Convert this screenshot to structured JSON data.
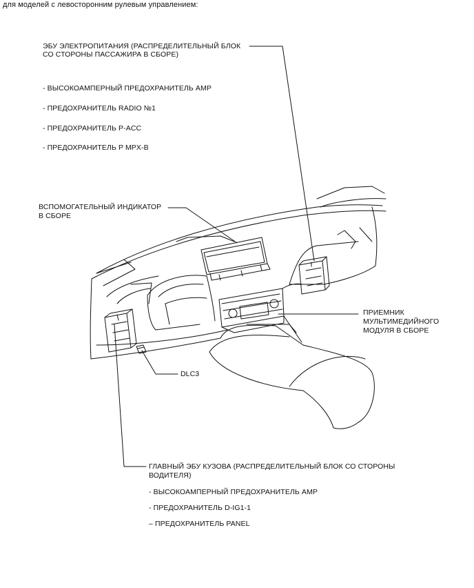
{
  "heading": "для моделей с левосторонним рулевым управлением:",
  "labels": {
    "power_ecu_line1": "ЭБУ ЭЛЕКТРОПИТАНИЯ (РАСПРЕДЕЛИТЕЛЬНЫЙ БЛОК",
    "power_ecu_line2": "СО СТОРОНЫ ПАССАЖИРА В СБОРЕ)",
    "aux_indicator_line1": "ВСПОМОГАТЕЛЬНЫЙ ИНДИКАТОР",
    "aux_indicator_line2": "В СБОРЕ",
    "multimedia_line1": "ПРИЕМНИК",
    "multimedia_line2": "МУЛЬТИМЕДИЙНОГО",
    "multimedia_line3": "МОДУЛЯ В СБОРЕ",
    "dlc3": "DLC3",
    "main_body_ecu_line1": "ГЛАВНЫЙ ЭБУ КУЗОВА (РАСПРЕДЕЛИТЕЛЬНЫЙ БЛОК СО СТОРОНЫ",
    "main_body_ecu_line2": "ВОДИТЕЛЯ)"
  },
  "power_ecu_fuses": [
    "- ВЫСОКОАМПЕРНЫЙ ПРЕДОХРАНИТЕЛЬ AMP",
    "- ПРЕДОХРАНИТЕЛЬ RADIO №1",
    "- ПРЕДОХРАНИТЕЛЬ P-ACC",
    "- ПРЕДОХРАНИТЕЛЬ P MPX-B"
  ],
  "main_body_ecu_fuses": [
    "- ВЫСОКОАМПЕРНЫЙ ПРЕДОХРАНИТЕЛЬ AMP",
    "- ПРЕДОХРАНИТЕЛЬ D-IG1-1",
    "– ПРЕДОХРАНИТЕЛЬ PANEL"
  ],
  "colors": {
    "ink": "#111111",
    "background": "#ffffff"
  }
}
